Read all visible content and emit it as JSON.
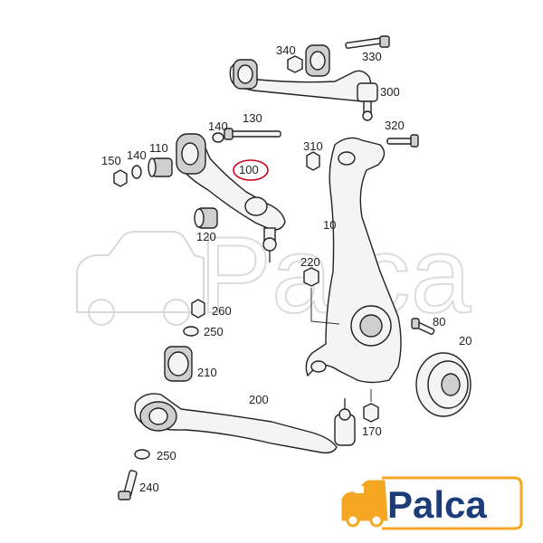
{
  "parts": {
    "p10": "10",
    "p20": "20",
    "p80": "80",
    "p100": "100",
    "p110": "110",
    "p120": "120",
    "p130": "130",
    "p140a": "140",
    "p140b": "140",
    "p150": "150",
    "p170": "170",
    "p200": "200",
    "p210": "210",
    "p220": "220",
    "p240": "240",
    "p250a": "250",
    "p250b": "250",
    "p260": "260",
    "p300": "300",
    "p310": "310",
    "p320": "320",
    "p330": "330",
    "p340": "340"
  },
  "highlight": {
    "part": "100",
    "color": "#d0021b"
  },
  "brand": {
    "name": "Palca",
    "color": "#1d3c7a",
    "accent": "#f5a623"
  },
  "watermark": {
    "text": "Palca"
  }
}
